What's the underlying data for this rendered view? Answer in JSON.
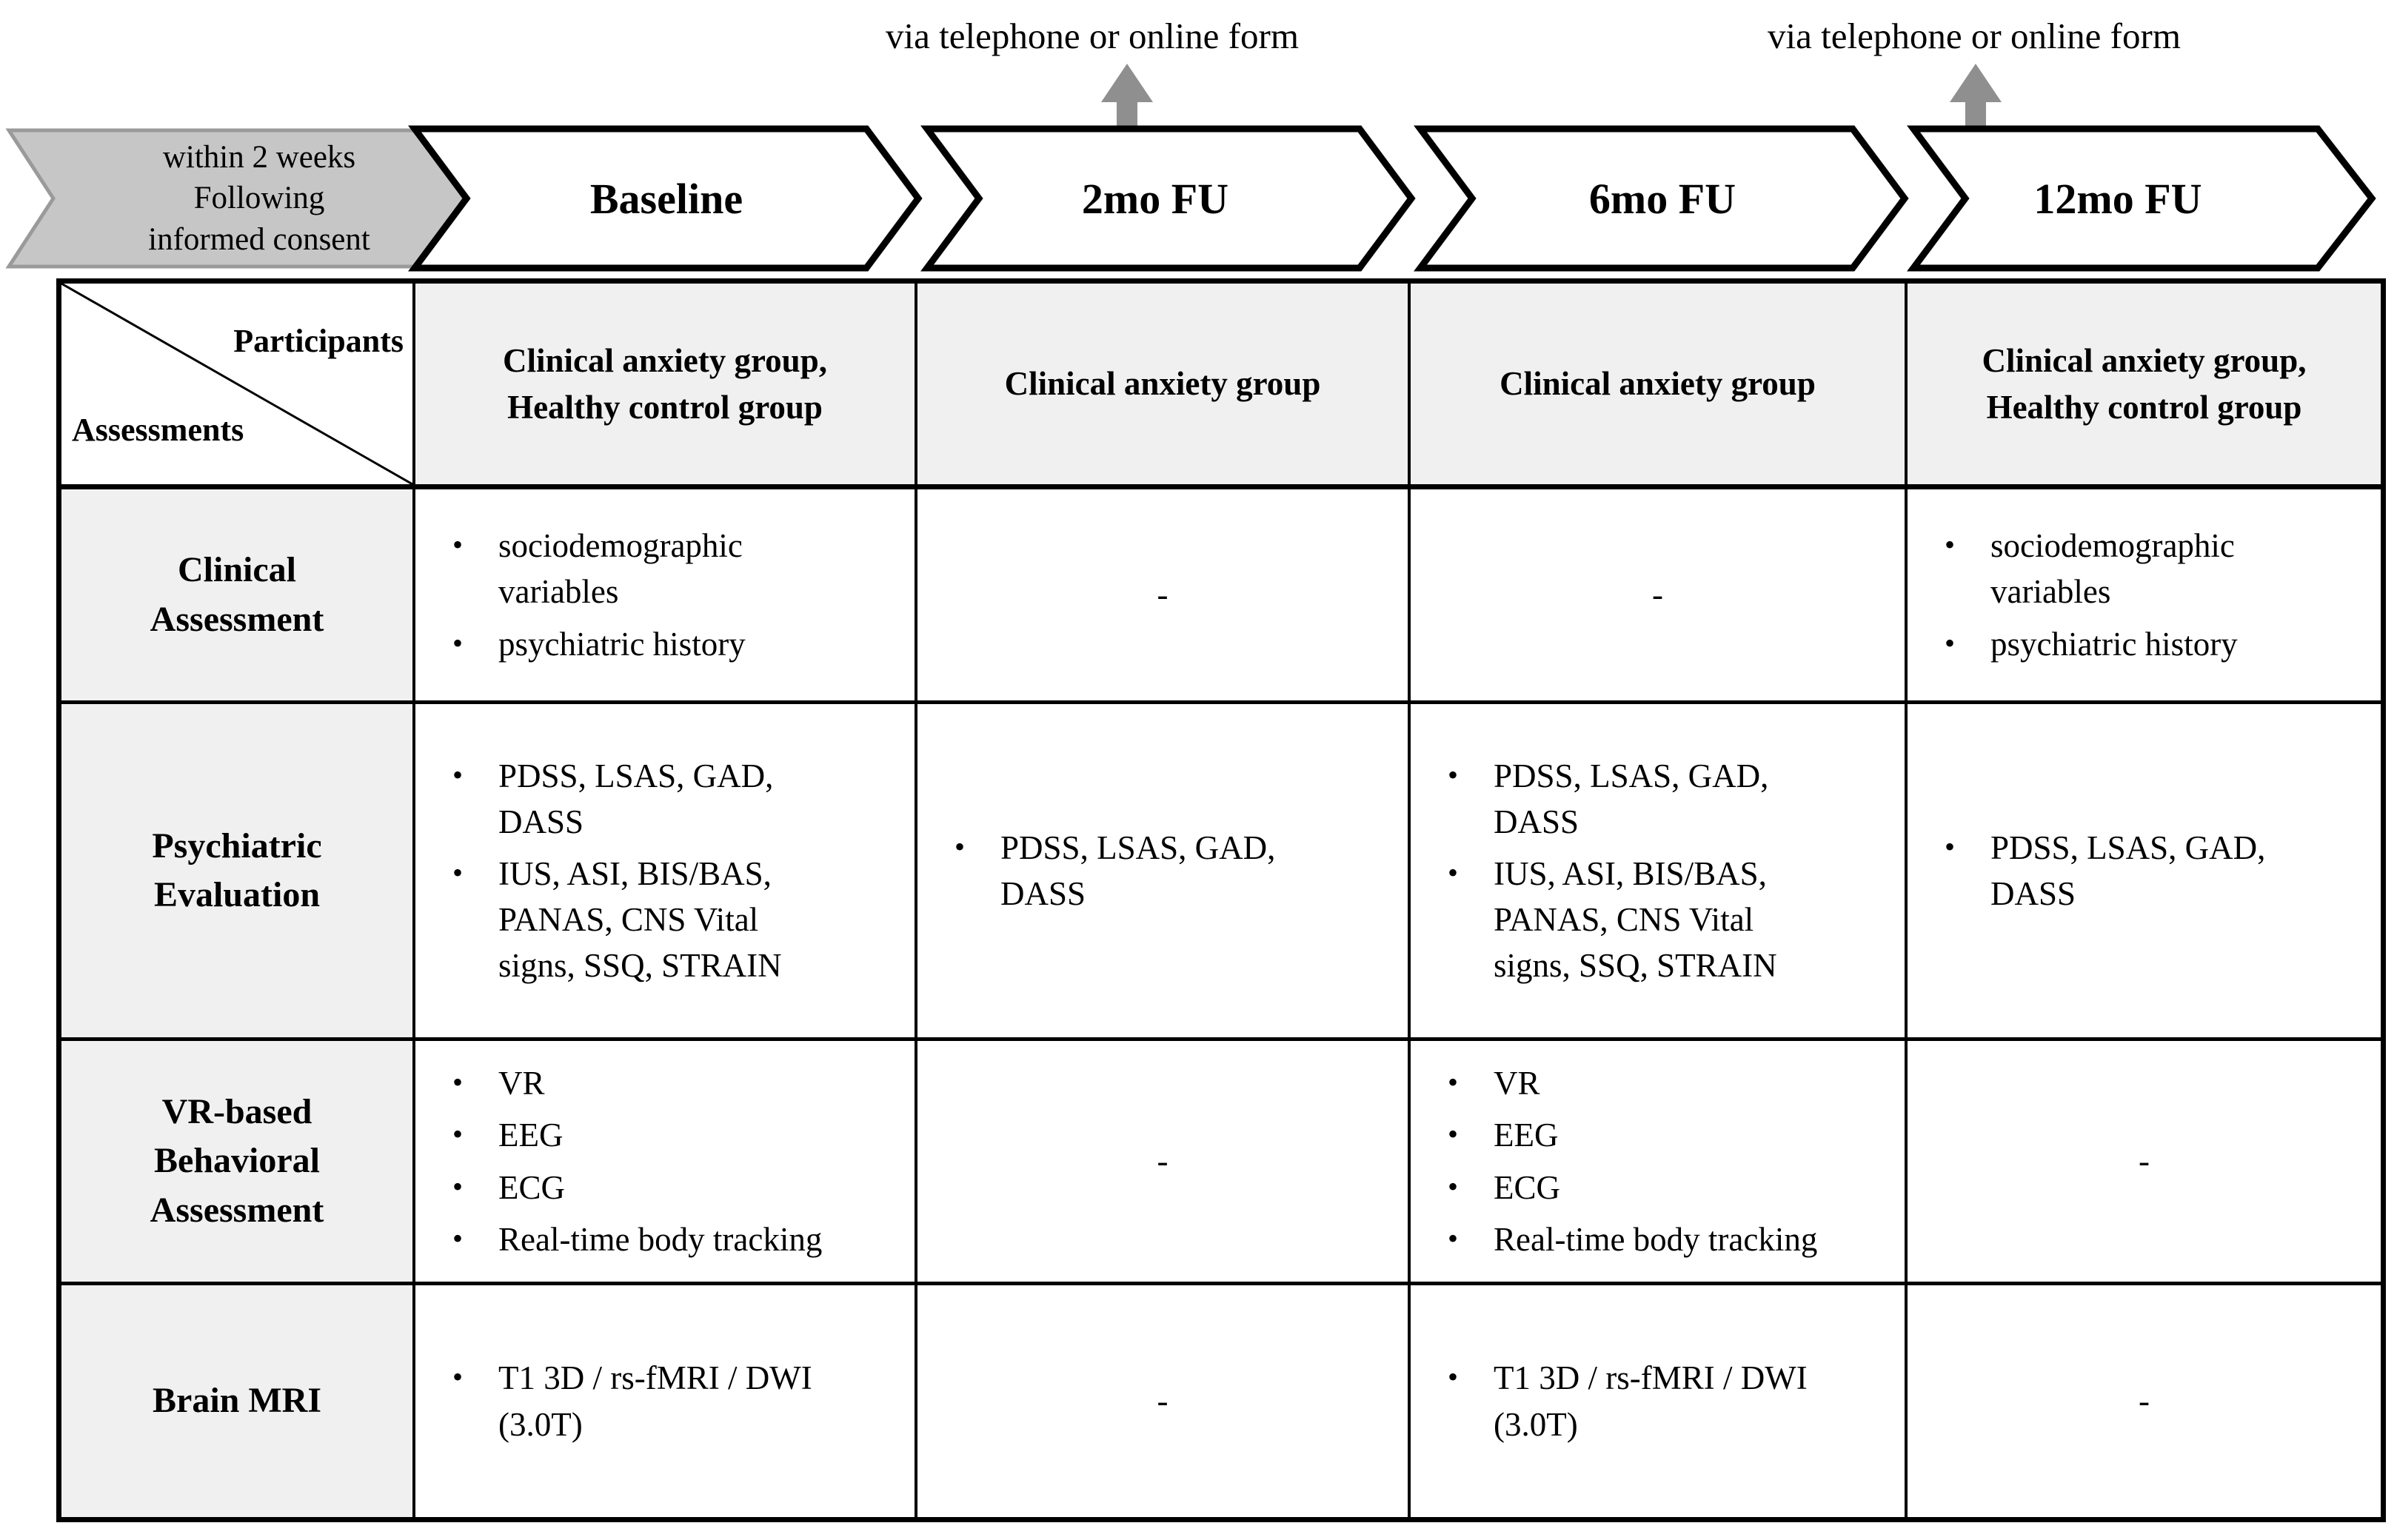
{
  "figure": {
    "annotations": {
      "via_label_1": "via telephone or online form",
      "via_label_2": "via telephone or online form"
    },
    "timeline": {
      "consent_note": "within 2 weeks\nFollowing\ninformed consent",
      "stages": {
        "baseline": "Baseline",
        "fu2": "2mo FU",
        "fu6": "6mo FU",
        "fu12": "12mo FU"
      }
    },
    "table": {
      "corner": {
        "participants": "Participants",
        "assessments": "Assessments"
      },
      "col_headers": {
        "baseline": "Clinical anxiety group,\nHealthy control group",
        "fu2": "Clinical anxiety group",
        "fu6": "Clinical anxiety group",
        "fu12": "Clinical anxiety group,\nHealthy control group"
      },
      "dash": "-",
      "rows": {
        "clinical": {
          "label": "Clinical\nAssessment",
          "baseline": [
            "sociodemographic\nvariables",
            "psychiatric history"
          ],
          "fu12": [
            "sociodemographic\nvariables",
            "psychiatric history"
          ]
        },
        "psychiatric": {
          "label": "Psychiatric\nEvaluation",
          "baseline": [
            "PDSS, LSAS, GAD,\nDASS",
            "IUS, ASI, BIS/BAS,\nPANAS, CNS Vital\nsigns, SSQ, STRAIN"
          ],
          "fu2": [
            "PDSS, LSAS, GAD,\nDASS"
          ],
          "fu6": [
            "PDSS, LSAS, GAD,\nDASS",
            "IUS, ASI, BIS/BAS,\nPANAS, CNS Vital\nsigns, SSQ, STRAIN"
          ],
          "fu12": [
            "PDSS, LSAS, GAD,\nDASS"
          ]
        },
        "vr": {
          "label": "VR-based\nBehavioral\nAssessment",
          "baseline": [
            "VR",
            "EEG",
            "ECG",
            "Real-time body tracking"
          ],
          "fu6": [
            "VR",
            "EEG",
            "ECG",
            "Real-time body tracking"
          ]
        },
        "mri": {
          "label": "Brain MRI",
          "baseline": [
            "T1 3D / rs-fMRI / DWI\n(3.0T)"
          ],
          "fu6": [
            "T1 3D / rs-fMRI / DWI\n(3.0T)"
          ]
        }
      }
    },
    "colors": {
      "header_bg": "#f0f0f0",
      "chevron_gray": "#c6c6c6",
      "arrow_gray": "#8f8f8f",
      "border_black": "#000000"
    }
  }
}
